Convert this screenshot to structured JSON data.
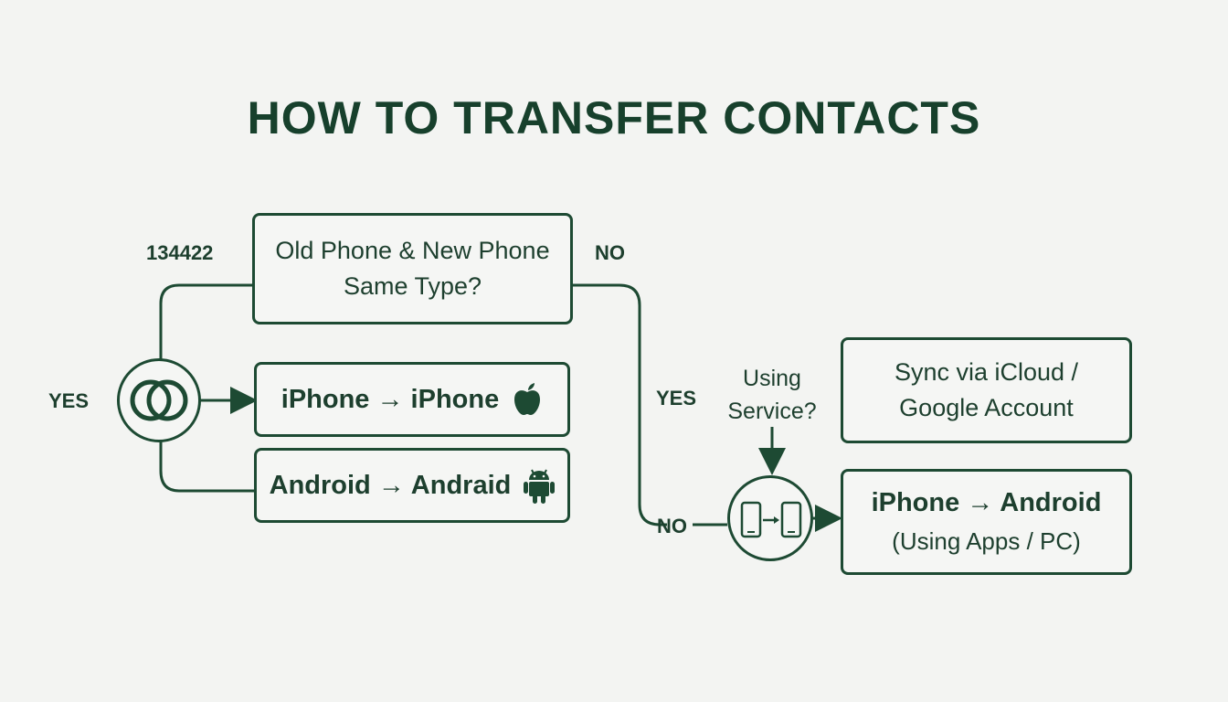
{
  "title": "HOW TO TRANSFER CONTACTS",
  "question_box": {
    "line1": "Old Phone & New Phone",
    "line2": "Same Type?"
  },
  "corner_number": "134422",
  "labels": {
    "yes_left": "YES",
    "no_top": "NO",
    "yes_mid": "YES",
    "no_bottom": "NO",
    "service_line1": "Using",
    "service_line2": "Service?"
  },
  "outcomes": {
    "iphone_to_iphone": "iPhone → iPhone",
    "android_to_android": "Android → Andraid",
    "sync_line1": "Sync via iCloud /",
    "sync_line2": "Google Account",
    "iphone_to_android_line1": "iPhone → Android",
    "iphone_to_android_line2": "(Using Apps / PC)"
  },
  "colors": {
    "ink": "#1d4a33",
    "background": "#f3f4f2"
  },
  "icons": [
    "two-rings-icon",
    "apple-icon",
    "android-icon",
    "phone-transfer-icon"
  ]
}
